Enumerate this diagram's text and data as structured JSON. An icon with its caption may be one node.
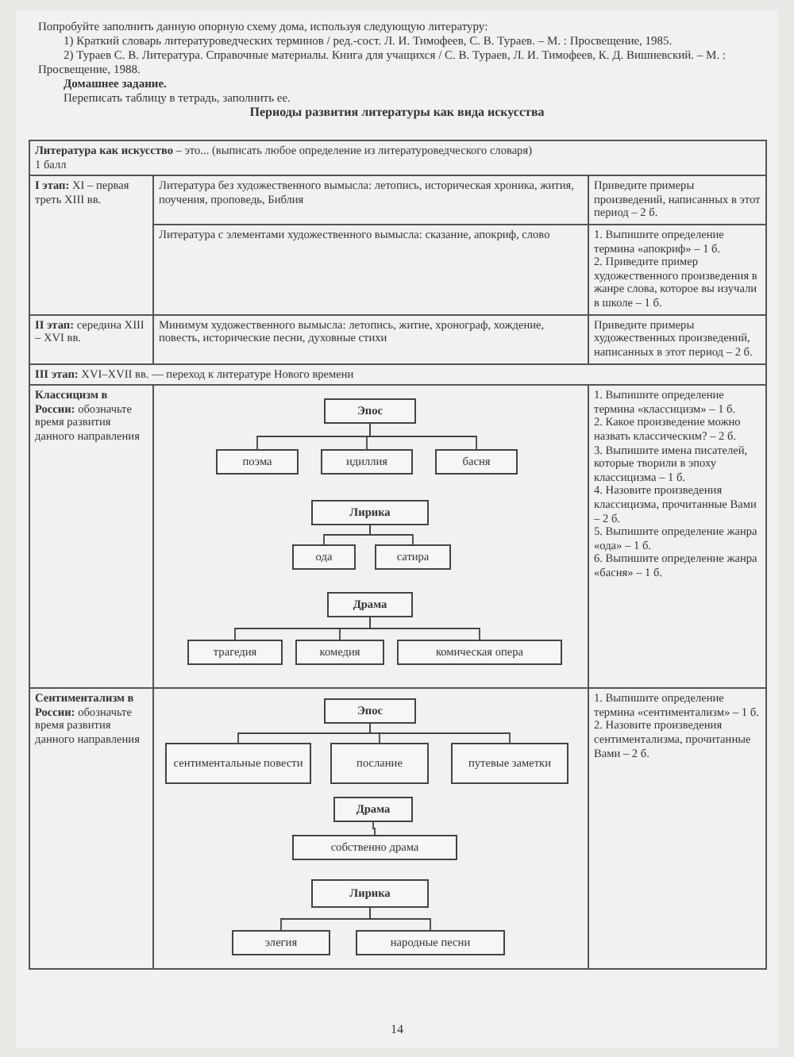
{
  "diagram": {
    "nodes": [
      {
        "text": [
          "Эпос"
        ]
      },
      {
        "text": [
          "поэма"
        ]
      },
      {
        "text": [
          "идиллия"
        ]
      },
      {
        "text": [
          "басня"
        ]
      },
      {
        "text": [
          "Лирика"
        ]
      },
      {
        "text": [
          "ода"
        ]
      },
      {
        "text": [
          "сатира"
        ]
      },
      {
        "text": [
          "Драма"
        ]
      },
      {
        "text": [
          "трагедия"
        ]
      },
      {
        "text": [
          "комедия"
        ]
      },
      {
        "text": [
          "комическая опера"
        ]
      },
      {
        "text": [
          "Эпос"
        ]
      },
      {
        "text": [
          "сентиментальные повести"
        ]
      },
      {
        "text": [
          "послание"
        ]
      },
      {
        "text": [
          "путевые заметки"
        ]
      },
      {
        "text": [
          "Драма"
        ]
      },
      {
        "text": [
          "собственно драма"
        ]
      },
      {
        "text": [
          "Лирика"
        ]
      },
      {
        "text": [
          "элегия"
        ]
      },
      {
        "text": [
          "народные песни"
        ]
      }
    ],
    "edges": [
      {
        "from": 0,
        "to": 1,
        "arrow": "none"
      },
      {
        "from": 0,
        "to": 2,
        "arrow": "none"
      },
      {
        "from": 0,
        "to": 3,
        "arrow": "none"
      },
      {
        "from": 4,
        "to": 5,
        "arrow": "none"
      },
      {
        "from": 4,
        "to": 6,
        "arrow": "none"
      },
      {
        "from": 7,
        "to": 8,
        "arrow": "none"
      },
      {
        "from": 7,
        "to": 9,
        "arrow": "none"
      },
      {
        "from": 7,
        "to": 10,
        "arrow": "none"
      },
      {
        "from": 11,
        "to": 12,
        "arrow": "none"
      },
      {
        "from": 11,
        "to": 13,
        "arrow": "none"
      },
      {
        "from": 11,
        "to": 14,
        "arrow": "none"
      },
      {
        "from": 15,
        "to": 16,
        "arrow": "none"
      },
      {
        "from": 17,
        "to": 18,
        "arrow": "none"
      },
      {
        "from": 17,
        "to": 19,
        "arrow": "none"
      }
    ],
    "labels": [
      "Попробуйте заполнить данную опорную схему дома, используя следующую литературу:",
      "1) Краткий словарь литературоведческих терминов / ред.-сост. Л. И. Тимофеев, С. В. Тураев. – М. : Просвещение, 1985.",
      "2) Тураев С. В. Литература. Справочные материалы. Книга для учащихся / С. В. Тураев, Л. И. Тимофеев, К. Д. Вишневский. – М. : Просвещение, 1988.",
      "Домашнее задание.",
      "Переписать таблицу в тетрадь, заполнить ее.",
      "Периоды развития литературы как вида искусства",
      "**Литература как искусство** – это... (выписать любое определение из литературоведческого словаря)",
      "1 балл",
      "**I этап:** XI – первая треть XIII вв.",
      "Литература без художественного вымысла: летопись, историческая хроника, жития, поучения, проповедь, Библия",
      "Приведите примеры произведений, написанных в этот период – 2 б.",
      "Литература с элементами художественного вымысла: сказание, апокриф, слово",
      "1. Выпишите определение термина «апокриф» – 1 б.",
      "2. Приведите пример художественного произведения в жанре слова, которое вы изучали в школе – 1 б.",
      "**II этап:** середина XIII – XVI вв.",
      "Минимум художественного вымысла: летопись, житие, хронограф, хождение, повесть, исторические песни, духовные стихи",
      "Приведите примеры художественных произведений, написанных в этот период – 2 б.",
      "**III этап:** XVI–XVII вв. — переход к литературе Нового времени",
      "**Классицизм в России:** обозначьте время развития данного направления",
      "1. Выпишите определение термина «классицизм» – 1 б.",
      "2. Какое произведение можно назвать классическим? – 2 б.",
      "3. Выпишите имена писателей, которые творили в эпоху классицизма – 1 б.",
      "4. Назовите произведения классицизма, прочитанные Вами – 2 б.",
      "5. Выпишите определение жанра «ода» – 1 б.",
      "6. Выпишите определение жанра «басня» – 1 б.",
      "**Сентиментализм в России:** обозначьте время развития данного направления",
      "1. Выпишите определение термина «сентиментализм» – 1 б.",
      "2. Назовите произведения сентиментализма, прочитанные Вами – 2 б.",
      "14"
    ]
  }
}
